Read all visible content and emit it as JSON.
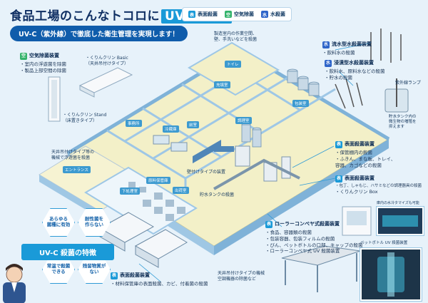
{
  "header": {
    "title_main": "食品工場のこんなトコロに",
    "title_accent": "UV-C 殺菌",
    "subtitle": "UV-C（紫外線）で徹底した衛生管理を実現します！"
  },
  "legend": [
    {
      "badge": "表",
      "label": "表面殺菌",
      "color": "#1a9ad8"
    },
    {
      "badge": "空",
      "label": "空気除菌",
      "color": "#33b36b"
    },
    {
      "badge": "水",
      "label": "水殺菌",
      "color": "#2f65c9"
    }
  ],
  "air_box": {
    "badge": "空",
    "heading": "空気除菌装置",
    "bullets": [
      "・室内の浮遊菌を除菌",
      "・製品上部空間の除菌"
    ],
    "product1": "・くりんクリン Stand\n（床置きタイプ）",
    "product2": "・くりんクリン Basic\n（天井吊付けタイプ）"
  },
  "water_box1": {
    "badge": "水",
    "heading": "流水型水殺菌装置",
    "bullets": [
      "・飲料水の殺菌"
    ]
  },
  "water_box2": {
    "badge": "水",
    "heading": "浸漬型水殺菌装置",
    "bullets": [
      "・飲料水、原料水などの殺菌",
      "・貯水の殺菌"
    ],
    "lamp_label": "紫外線ランプ",
    "tank_note": "貯水タンク内の\n微生物の増殖を\n抑えます"
  },
  "surface_box1": {
    "badge": "表",
    "heading": "表面殺菌装置",
    "bullets": [
      "・保管棚内の殺菌",
      "・ふきん、まな板、トレイ、",
      "  容器、カゴなどの殺菌"
    ]
  },
  "surface_box2": {
    "badge": "表",
    "heading": "表面殺菌装置",
    "bullets": [
      "・包丁、しゃもじ、ハサミなどの調理器具の殺菌",
      "・くりんクリン Box"
    ],
    "photo_caption": "庫内の水冷タマイズも可能"
  },
  "conveyor_box": {
    "badge": "表",
    "heading": "ローラーコンベヤ式殺菌装置",
    "bullets": [
      "・食品、容器類の殺菌",
      "・包装容器、包装フィルムの殺菌",
      "・びん、ペットボトルの口部、キャップの殺菌",
      "・ローラーコンベヤ式 UV 殺菌装置"
    ],
    "photo_caption": "ペットボトル UV 殺菌装置"
  },
  "bottom_surface": {
    "badge": "表",
    "heading": "表面殺菌装置",
    "bullets": [
      "・材料保管庫の表面殺菌、カビ、付着菌の殺菌"
    ]
  },
  "features": {
    "cells": [
      "あらゆる\n菌種に有効",
      "耐性菌を\n作らない",
      "常温で殺菌\nできる",
      "残留物質が\nない"
    ],
    "center": "UV-C 殺菌の特徴"
  },
  "plant_notes": {
    "roof_note": "製造室内の作業空間、\n壁、手洗いなどを殺菌",
    "ceiling_note": "天井吊付けタイプ等の\n機械で浮遊菌を殺菌",
    "wall_note": "壁付けタイプの装置",
    "mid_note": "貯水タンクの殺菌",
    "bottom_note": "天井吊付けタイプの機械\n空調機器の除菌など"
  },
  "rooms": [
    "トイレ",
    "充填室",
    "事務所",
    "包装室",
    "前室",
    "エントランス",
    "原料保管庫",
    "冷蔵庫",
    "調理室",
    "下処理室",
    "出荷室"
  ]
}
